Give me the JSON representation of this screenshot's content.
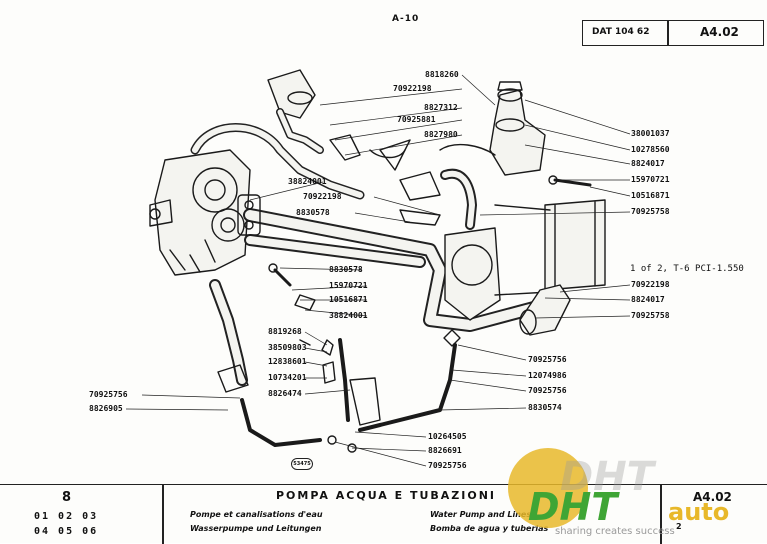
{
  "header": {
    "page_ref": "A-10",
    "dat_ref": "DAT 104 62",
    "section_code": "A4.02"
  },
  "part_numbers": {
    "p8818260": "8818260",
    "p70922198_a": "70922198",
    "p8827312": "8827312",
    "p70925881": "70925881",
    "p8827980": "8827980",
    "p38001037": "38001037",
    "p10278560": "10278560",
    "p8824017_a": "8824017",
    "p15970721_a": "15970721",
    "p10516871_a": "10516871",
    "p70925758_a": "70925758",
    "p38824001_a": "38824001",
    "p70922198_b": "70922198",
    "p8830578_a": "8830578",
    "p8830578_b": "8830578",
    "p15970721_b": "15970721",
    "p10516871_b": "10516871",
    "p38824001_b": "38824001",
    "p70922198_c": "70922198",
    "p8824017_b": "8824017",
    "p70925758_b": "70925758",
    "p8819268": "8819268",
    "p38509803": "38509803",
    "p12838601": "12838601",
    "p10734201": "10734201",
    "p8826474": "8826474",
    "p70925756_a": "70925756",
    "p8826905": "8826905",
    "p70925756_b": "70925756",
    "p12074986": "12074986",
    "p70925756_c": "70925756",
    "p8830574": "8830574",
    "p10264505": "10264505",
    "p8826691": "8826691",
    "p70925756_d": "70925756"
  },
  "annotation": "1 of 2, T-6 PCI-1.550",
  "figure_stamp": "53475",
  "footer": {
    "group_number": "8",
    "model_codes_row1": "01 02 03",
    "model_codes_row2": "04 05 06",
    "title": "POMPA ACQUA E TUBAZIONI",
    "subtitle_fr": "Pompe et canalisations d'eau",
    "subtitle_en": "Water Pump and Lines",
    "subtitle_de": "Wasserpumpe und Leitungen",
    "subtitle_es": "Bomba de agua y tuberias",
    "section_code": "A4.02",
    "page_marker": "2"
  },
  "watermark": {
    "text_main": "DHT",
    "text_auto": "auto",
    "slogan": "sharing creates success",
    "colors": {
      "green": "#3fa535",
      "yellow": "#e8b82a",
      "gray": "#9a9a9a"
    }
  }
}
